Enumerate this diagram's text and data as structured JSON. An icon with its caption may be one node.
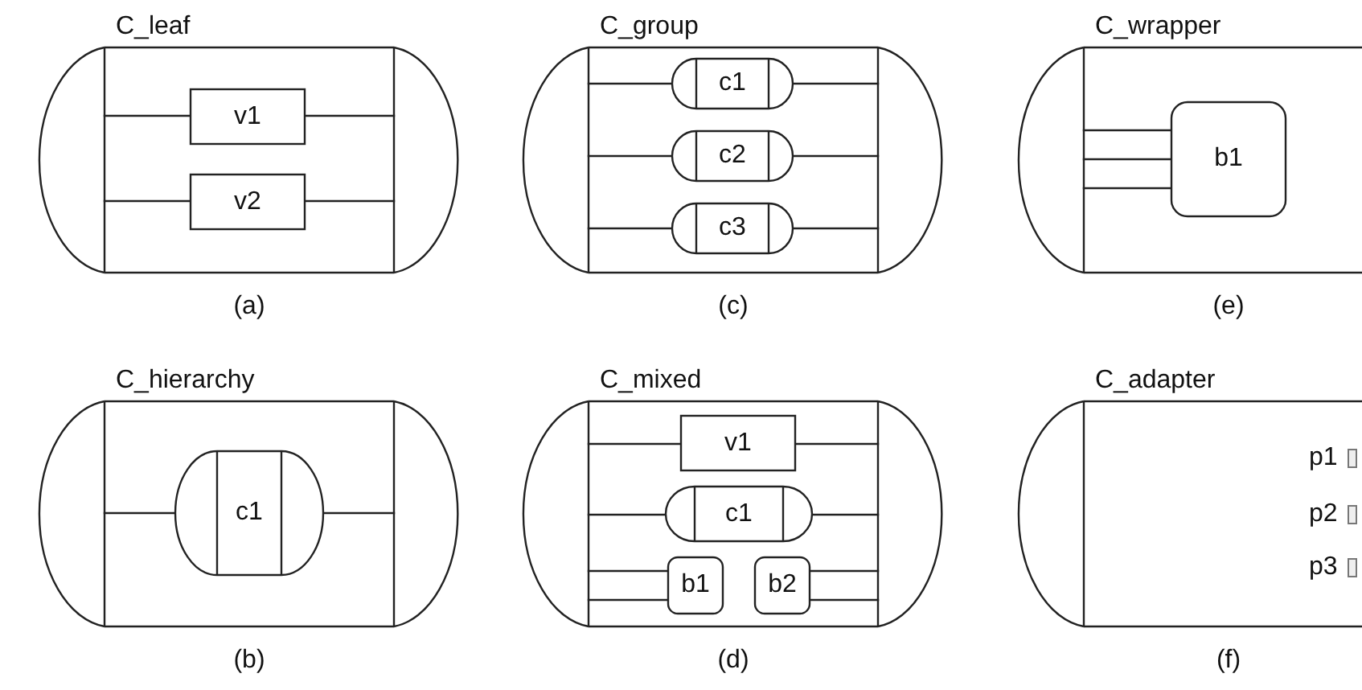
{
  "diagram": {
    "nodes": [
      {
        "text": [
          "C_leaf"
        ],
        "beside": [
          "(a)"
        ]
      },
      {
        "text": [
          "v1"
        ],
        "in": 0
      },
      {
        "text": [
          "v2"
        ],
        "in": 0
      },
      {
        "text": [
          "C_group"
        ],
        "beside": [
          "(c)"
        ]
      },
      {
        "text": [
          "c1"
        ],
        "in": 3
      },
      {
        "text": [
          "c2"
        ],
        "in": 3
      },
      {
        "text": [
          "c3"
        ],
        "in": 3
      },
      {
        "text": [
          "C_wrapper"
        ],
        "beside": [
          "(e)"
        ]
      },
      {
        "text": [
          "b1"
        ],
        "in": 7
      },
      {
        "text": [
          "C_hierarchy"
        ],
        "beside": [
          "(b)"
        ]
      },
      {
        "text": [
          "c1"
        ],
        "in": 9
      },
      {
        "text": [
          "C_mixed"
        ],
        "beside": [
          "(d)"
        ]
      },
      {
        "text": [
          "v1"
        ],
        "in": 11
      },
      {
        "text": [
          "c1"
        ],
        "in": 11
      },
      {
        "text": [
          "b1"
        ],
        "in": 11
      },
      {
        "text": [
          "b2"
        ],
        "in": 11
      },
      {
        "text": [
          "C_adapter"
        ],
        "beside": [
          "(f)"
        ]
      }
    ],
    "edges": [
      {
        "from": 0,
        "to": 1,
        "arrow": "none"
      },
      {
        "from": 1,
        "to": 0,
        "arrow": "none"
      },
      {
        "from": 0,
        "to": 2,
        "arrow": "none"
      },
      {
        "from": 2,
        "to": 0,
        "arrow": "none"
      },
      {
        "from": 3,
        "to": 4,
        "arrow": "none"
      },
      {
        "from": 4,
        "to": 3,
        "arrow": "none"
      },
      {
        "from": 3,
        "to": 5,
        "arrow": "none"
      },
      {
        "from": 5,
        "to": 3,
        "arrow": "none"
      },
      {
        "from": 3,
        "to": 6,
        "arrow": "none"
      },
      {
        "from": 6,
        "to": 3,
        "arrow": "none"
      },
      {
        "from": 7,
        "to": 8,
        "arrow": "none"
      },
      {
        "from": 7,
        "to": 8,
        "arrow": "none"
      },
      {
        "from": 7,
        "to": 8,
        "arrow": "none"
      },
      {
        "from": 9,
        "to": 10,
        "arrow": "none"
      },
      {
        "from": 10,
        "to": 9,
        "arrow": "none"
      },
      {
        "from": 11,
        "to": 12,
        "arrow": "none"
      },
      {
        "from": 12,
        "to": 11,
        "arrow": "none"
      },
      {
        "from": 11,
        "to": 13,
        "arrow": "none"
      },
      {
        "from": 13,
        "to": 11,
        "arrow": "none"
      },
      {
        "from": 11,
        "to": 14,
        "arrow": "none"
      },
      {
        "from": 11,
        "to": 14,
        "arrow": "none"
      },
      {
        "from": 15,
        "to": 11,
        "arrow": "none"
      },
      {
        "from": 15,
        "to": 11,
        "arrow": "none"
      }
    ],
    "labels": [
      "p1",
      "p2",
      "p3"
    ]
  }
}
